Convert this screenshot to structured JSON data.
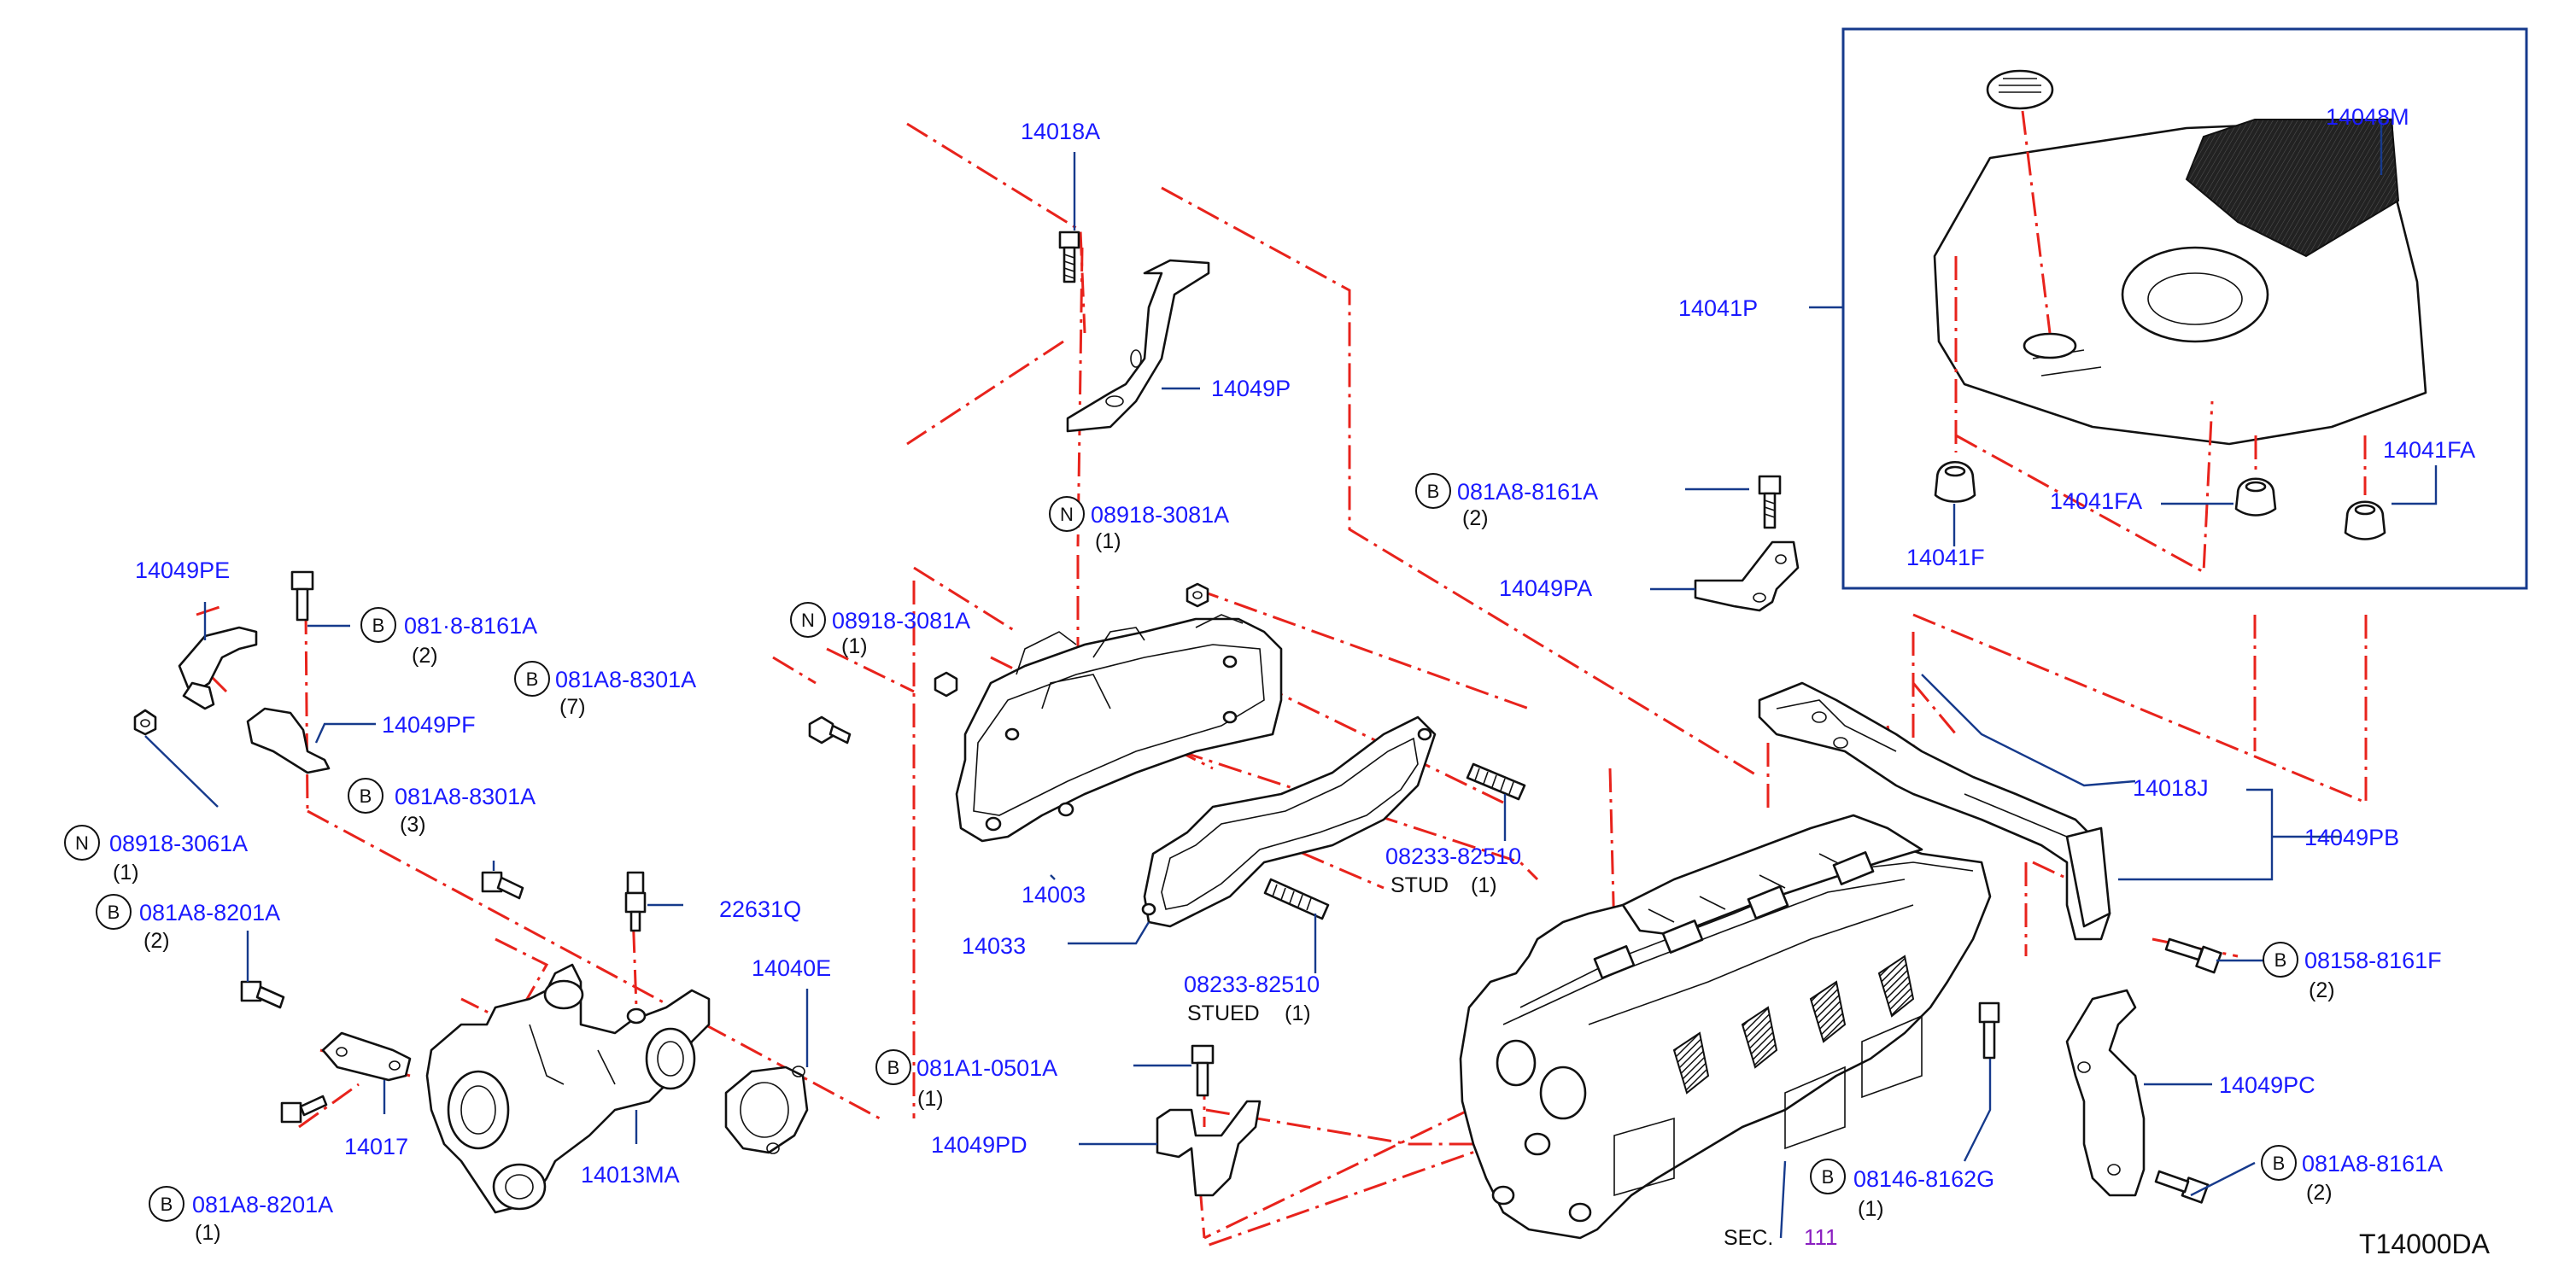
{
  "diagram_code": "T14000DA",
  "sec": {
    "prefix": "SEC.",
    "number": "111"
  },
  "labels": {
    "p14018A": "14018A",
    "p14049P": "14049P",
    "p14041P": "14041P",
    "p14048M": "14048M",
    "p14041F": "14041F",
    "p14041FA_1": "14041FA",
    "p14041FA_2": "14041FA",
    "p14049PA": "14049PA",
    "p14049PE": "14049PE",
    "p14049PF": "14049PF",
    "p14003": "14003",
    "p14033": "14033",
    "p14018J": "14018J",
    "p14049PB": "14049PB",
    "p14049PC": "14049PC",
    "p14049PD": "14049PD",
    "p14017": "14017",
    "p14013MA": "14013MA",
    "p14040E": "14040E",
    "p22631Q": "22631Q"
  },
  "fasteners": {
    "f1": {
      "symbol": "N",
      "part": "08918-3081A",
      "qty": "(1)"
    },
    "f2": {
      "symbol": "N",
      "part": "08918-3081A",
      "qty": "(1)"
    },
    "f3": {
      "symbol": "B",
      "part": "081A8-8161A",
      "qty": "(2)"
    },
    "f4": {
      "symbol": "B",
      "part": "081·8-8161A",
      "qty": "(2)"
    },
    "f5": {
      "symbol": "B",
      "part": "081A8-8301A",
      "qty": "(7)"
    },
    "f6": {
      "symbol": "N",
      "part": "08918-3061A",
      "qty": "(1)"
    },
    "f7": {
      "symbol": "B",
      "part": "081A8-8301A",
      "qty": "(3)"
    },
    "f8": {
      "symbol": "B",
      "part": "081A8-8201A",
      "qty": "(2)"
    },
    "f9": {
      "symbol": "B",
      "part": "081A8-8201A",
      "qty": "(1)"
    },
    "f10": {
      "symbol": "B",
      "part": "081A1-0501A",
      "qty": "(1)"
    },
    "f11": {
      "symbol": "B",
      "part": "08158-8161F",
      "qty": "(2)"
    },
    "f12": {
      "symbol": "B",
      "part": "08146-8162G",
      "qty": "(1)"
    },
    "f13": {
      "symbol": "B",
      "part": "081A8-8161A",
      "qty": "(2)"
    }
  },
  "studs": {
    "s1": {
      "part": "08233-82510",
      "desc": "STUD",
      "qty": "(1)"
    },
    "s2": {
      "part": "08233-82510",
      "desc": "STUED",
      "qty": "(1)"
    }
  }
}
